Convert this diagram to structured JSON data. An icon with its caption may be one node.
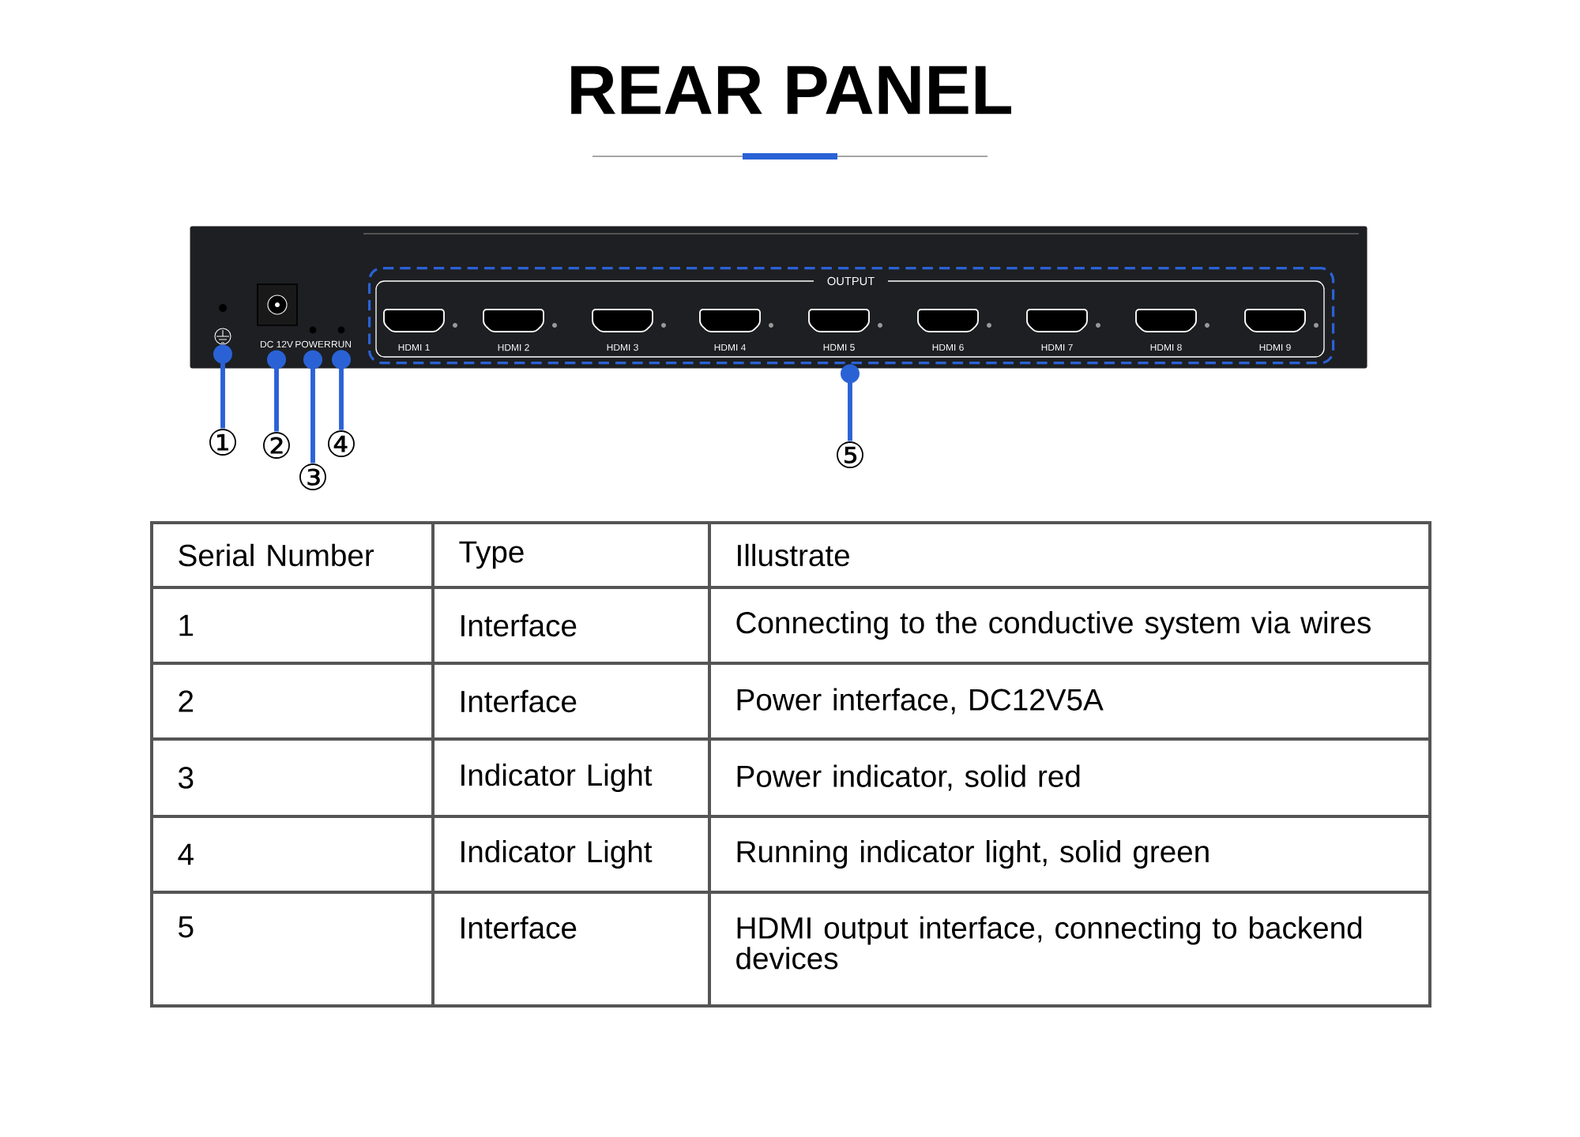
{
  "diagram": {
    "title": "REAR PANEL",
    "nodes": [
      {
        "text": [],
        "shape": "box"
      },
      {
        "text": [],
        "shape": "circle",
        "in": 0
      },
      {
        "text": [
          "DC 12V"
        ],
        "in": 0
      },
      {
        "text": [
          "POWER"
        ],
        "in": 0
      },
      {
        "text": [
          "RUN"
        ],
        "in": 0
      },
      {
        "text": [
          "OUTPUT"
        ],
        "in": 0
      },
      {
        "text": [
          "HDMI 1"
        ],
        "in": 5
      },
      {
        "text": [
          "HDMI 2"
        ],
        "in": 5
      },
      {
        "text": [
          "HDMI 3"
        ],
        "in": 5
      },
      {
        "text": [
          "HDMI 4"
        ],
        "in": 5
      },
      {
        "text": [
          "HDMI 5"
        ],
        "in": 5
      },
      {
        "text": [
          "HDMI 6"
        ],
        "in": 5
      },
      {
        "text": [
          "HDMI 7"
        ],
        "in": 5
      },
      {
        "text": [
          "HDMI 8"
        ],
        "in": 5
      },
      {
        "text": [
          "HDMI 9"
        ],
        "in": 5
      },
      {
        "text": [
          "①"
        ]
      },
      {
        "text": [
          "②"
        ]
      },
      {
        "text": [
          "③"
        ]
      },
      {
        "text": [
          "④"
        ]
      },
      {
        "text": [
          "⑤"
        ]
      }
    ],
    "edges": [
      {
        "from": 15,
        "to": 1,
        "arrow": "other"
      },
      {
        "from": 16,
        "to": 2,
        "arrow": "other"
      },
      {
        "from": 17,
        "to": 3,
        "arrow": "other"
      },
      {
        "from": 18,
        "to": 4,
        "arrow": "other"
      },
      {
        "from": 19,
        "to": 5,
        "arrow": "other"
      }
    ],
    "labels": [
      "Serial Number",
      "Type",
      "Illustrate",
      "1",
      "Interface",
      "Connecting to the conductive system via wires",
      "2",
      "Interface",
      "Power interface, DC12V5A",
      "3",
      "Indicator Light",
      "Power indicator, solid red",
      "4",
      "Indicator Light",
      "Running indicator light, solid green",
      "5",
      "Interface",
      "HDMI output interface, connecting to backend devices"
    ]
  }
}
